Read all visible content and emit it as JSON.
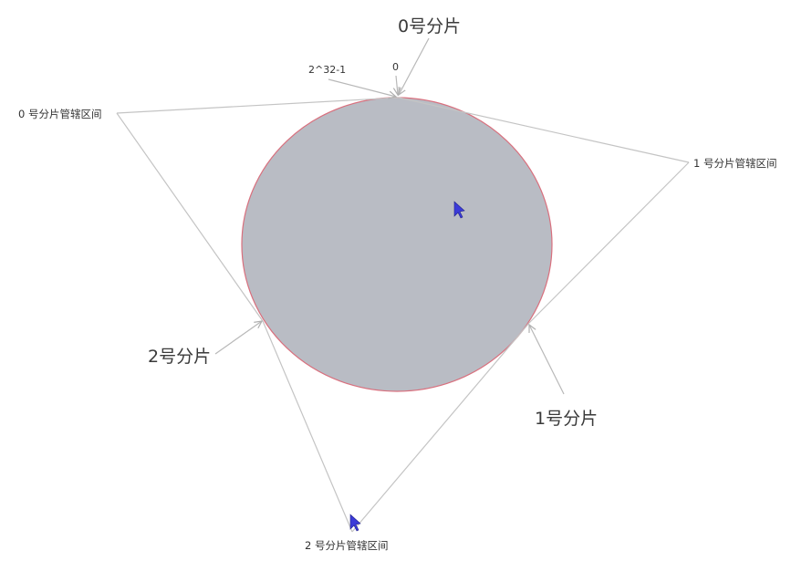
{
  "ring": {
    "fill_color": "#b9bcc4",
    "stroke_color": "#d9707e",
    "line_color": "#c4c4c4"
  },
  "labels": {
    "shard_0": "0号分片",
    "shard_1": "1号分片",
    "shard_2": "2号分片",
    "range_0": "0 号分片管辖区间",
    "range_1": "1 号分片管辖区间",
    "range_2": "2 号分片管辖区间",
    "max_value": "2^32-1",
    "zero_value": "0"
  },
  "icons": {
    "cursor_1": "mouse-cursor-icon",
    "cursor_2": "mouse-cursor-icon"
  }
}
